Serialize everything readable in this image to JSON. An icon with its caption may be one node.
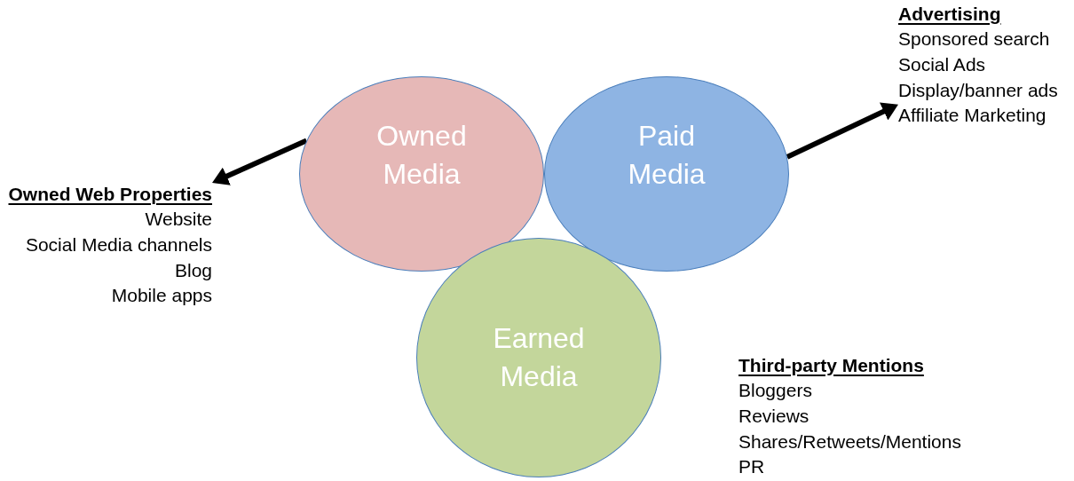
{
  "diagram": {
    "nodes": [
      {
        "text": [
          "Owned Media"
        ]
      },
      {
        "text": [
          "Paid Media"
        ]
      },
      {
        "text": [
          "Earned Media"
        ]
      },
      {
        "text": [
          "Owned Web Properties",
          "Website",
          "Social Media channels",
          "Blog",
          "Mobile apps"
        ]
      },
      {
        "text": [
          "Advertising",
          "Sponsored search",
          "Social Ads",
          "Display/banner ads",
          "Affiliate Marketing"
        ]
      }
    ],
    "edges": [
      {
        "from": 0,
        "to": 3,
        "arrow": "to"
      },
      {
        "from": 1,
        "to": 4,
        "arrow": "to"
      }
    ],
    "labels": [
      "Third-party Mentions",
      "Bloggers",
      "Reviews",
      "Shares/Retweets/Mentions",
      "PR"
    ]
  }
}
